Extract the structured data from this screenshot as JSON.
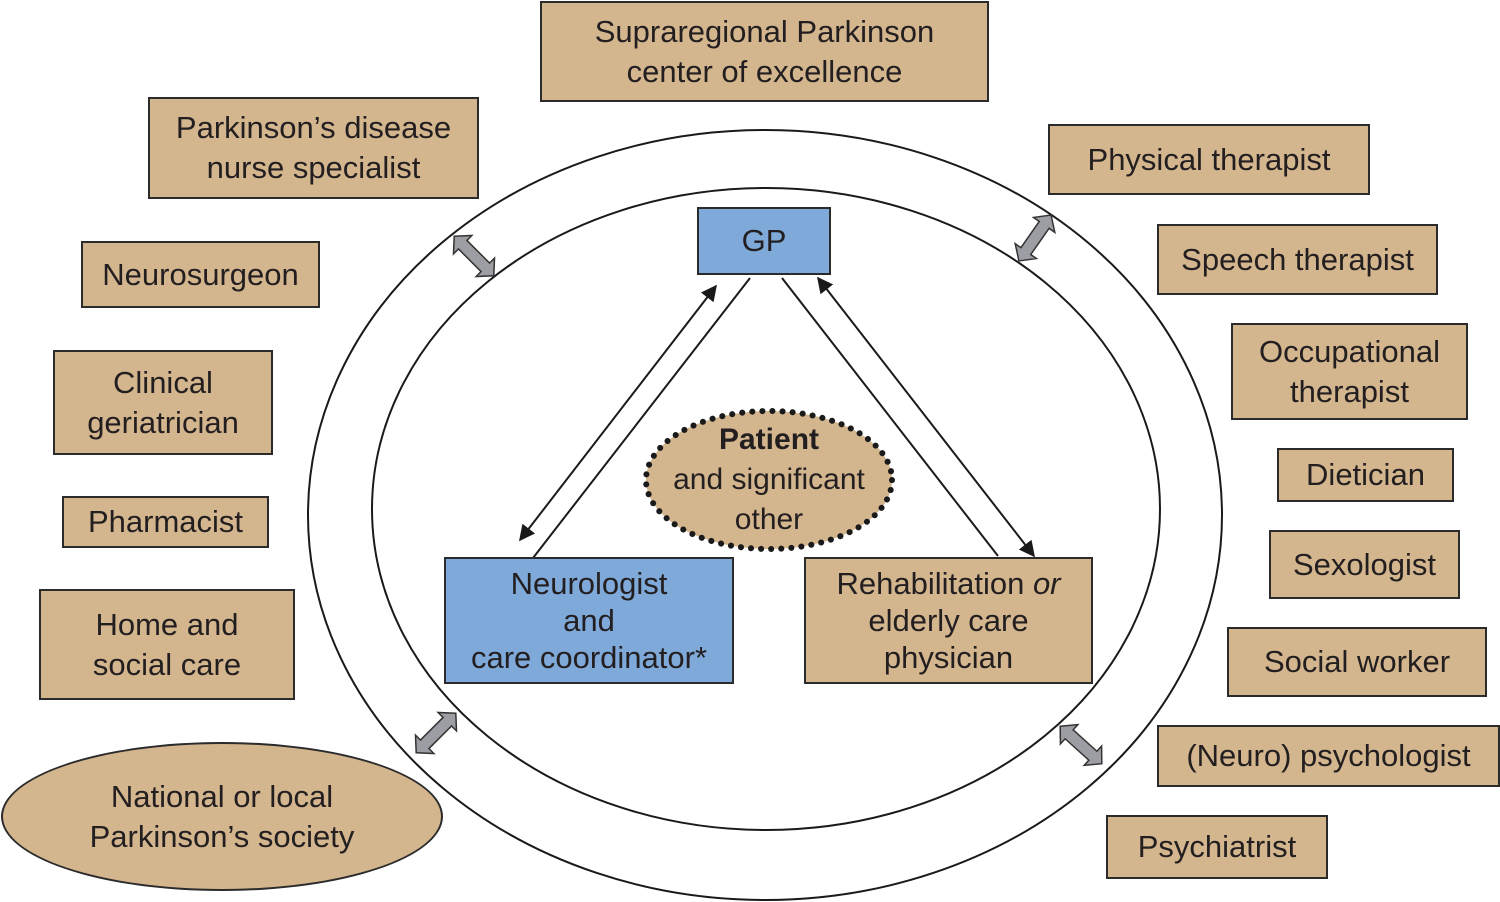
{
  "colors": {
    "tan": "#d3b58e",
    "blue": "#7ea9d9",
    "arrow_gray": "#9d9ea3",
    "stroke": "#2b2b2b"
  },
  "center": {
    "gp": "GP",
    "neurologist": "Neurologist\nand\ncare coordinator*",
    "rehab_part1": "Rehabilitation ",
    "rehab_or": "or",
    "rehab_part2": "elderly care\nphysician",
    "patient_bold": "Patient",
    "patient_rest1": "and significant",
    "patient_rest2": "other"
  },
  "top": {
    "center_of_excellence": "Supraregional Parkinson\ncenter of excellence"
  },
  "left": [
    "Parkinson’s disease\nnurse specialist",
    "Neurosurgeon",
    "Clinical\ngeriatrician",
    "Pharmacist",
    "Home and\nsocial care"
  ],
  "society": "National or local\nParkinson’s society",
  "right": [
    "Physical therapist",
    "Speech therapist",
    "Occupational\ntherapist",
    "Dietician",
    "Sexologist",
    "Social worker",
    "(Neuro) psychologist",
    "Psychiatrist"
  ]
}
